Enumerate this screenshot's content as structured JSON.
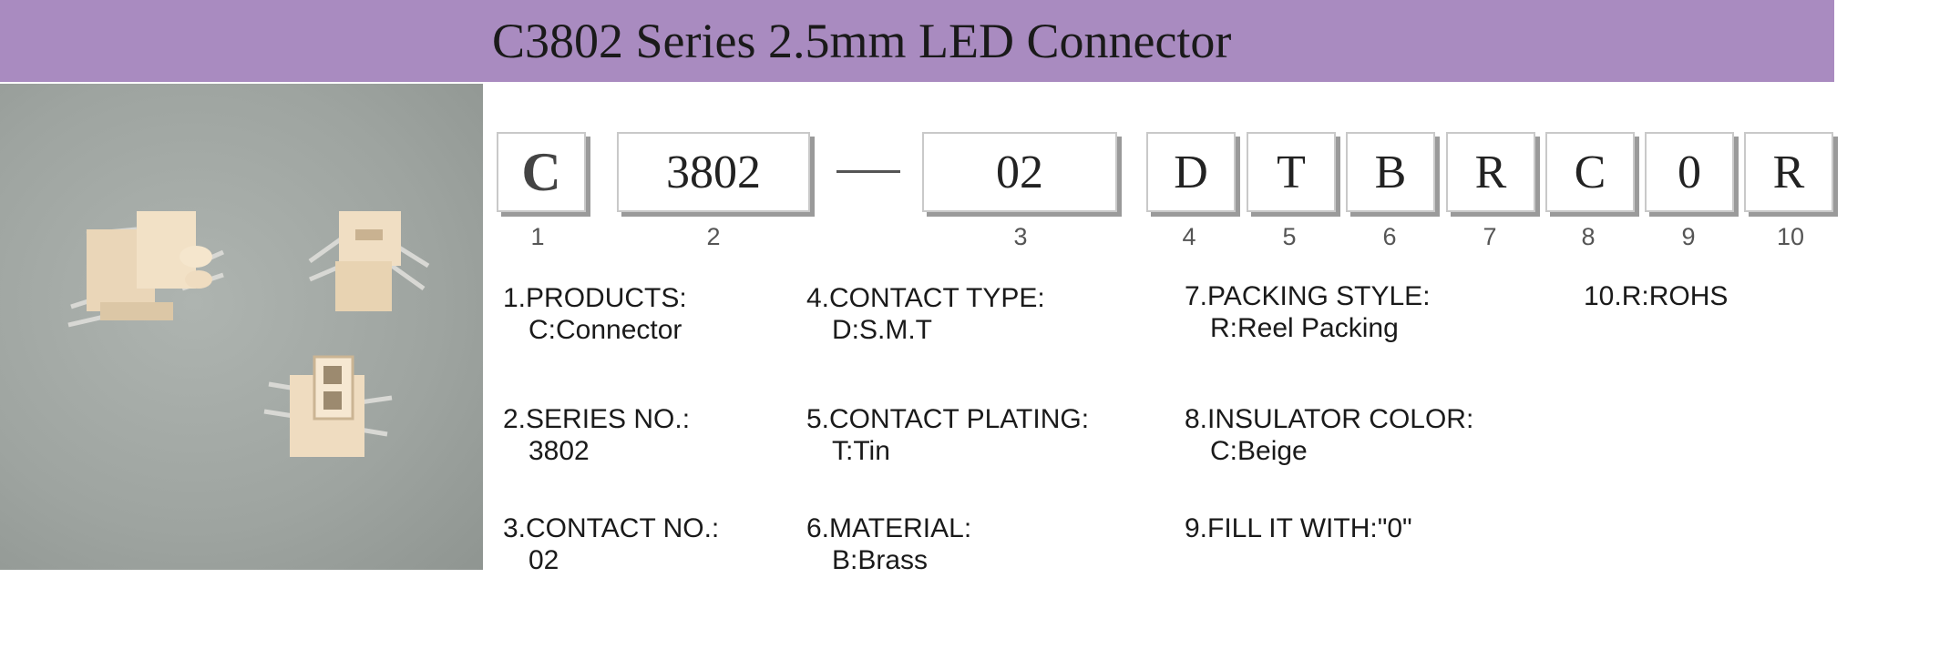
{
  "title": "C3802 Series 2.5mm LED Connector",
  "codes": [
    {
      "text": "C",
      "index": "1"
    },
    {
      "text": "3802",
      "index": "2"
    },
    {
      "text": "—",
      "index": ""
    },
    {
      "text": "02",
      "index": "3"
    },
    {
      "text": "D",
      "index": "4"
    },
    {
      "text": "T",
      "index": "5"
    },
    {
      "text": "B",
      "index": "6"
    },
    {
      "text": "R",
      "index": "7"
    },
    {
      "text": "C",
      "index": "8"
    },
    {
      "text": "0",
      "index": "9"
    },
    {
      "text": "R",
      "index": "10"
    }
  ],
  "descriptions": {
    "d1": {
      "label": "1.PRODUCTS:",
      "value": "C:Connector"
    },
    "d2": {
      "label": "2.SERIES NO.:",
      "value": "3802"
    },
    "d3": {
      "label": "3.CONTACT NO.:",
      "value": "02"
    },
    "d4": {
      "label": "4.CONTACT TYPE:",
      "value": "D:S.M.T"
    },
    "d5": {
      "label": "5.CONTACT PLATING:",
      "value": "T:Tin"
    },
    "d6": {
      "label": "6.MATERIAL:",
      "value": "B:Brass"
    },
    "d7": {
      "label": "7.PACKING STYLE:",
      "value": "R:Reel Packing"
    },
    "d8": {
      "label": "8.INSULATOR COLOR:",
      "value": "C:Beige"
    },
    "d9": {
      "label": "9.FILL IT WITH:\"0\"",
      "value": ""
    },
    "d10": {
      "label": "10.R:ROHS",
      "value": ""
    }
  },
  "colors": {
    "title_bar": "#a98bc0",
    "connector_beige": "#efdcc0",
    "photo_bg": "#a3a9a5"
  }
}
